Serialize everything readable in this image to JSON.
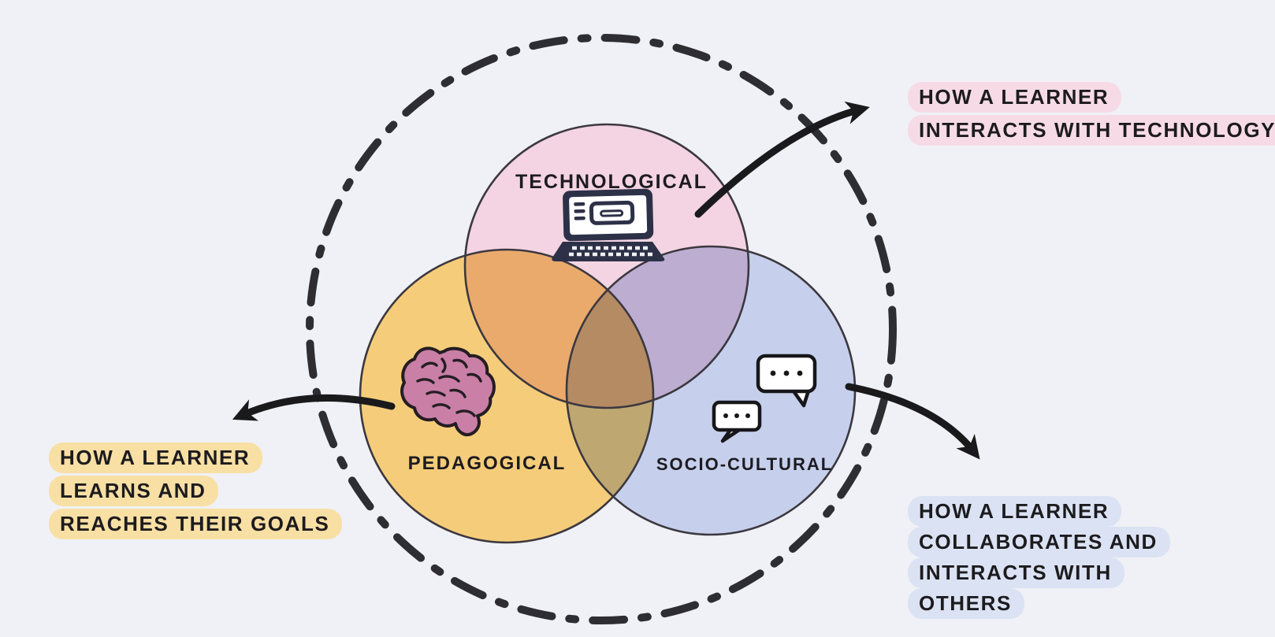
{
  "canvas": {
    "background": "#f0f1f6",
    "ink": "#232327"
  },
  "venn": {
    "outer_circle": {
      "style": "dashed",
      "color": "#2e2e32"
    },
    "circles": [
      {
        "label": "TECHNOLOGICAL",
        "fill": "#f4d4e2",
        "icon": "laptop-icon"
      },
      {
        "label": "PEDAGOGICAL",
        "fill": "#f5cd7a",
        "icon": "brain-icon"
      },
      {
        "label": "SOCIO-CULTURAL",
        "fill": "#c6d0ec",
        "icon": "speech-bubbles-icon"
      }
    ]
  },
  "annotations": [
    {
      "target": "technological",
      "highlight": "#f6dbe6",
      "lines": [
        "HOW A LEARNER",
        "INTERACTS WITH TECHNOLOGY"
      ]
    },
    {
      "target": "pedagogical",
      "highlight": "#f8dfa4",
      "lines": [
        "HOW A LEARNER",
        "LEARNS AND",
        "REACHES THEIR GOALS"
      ]
    },
    {
      "target": "socio-cultural",
      "highlight": "#dbe2f3",
      "lines": [
        "HOW A LEARNER",
        "COLLABORATES AND",
        "INTERACTS WITH",
        "OTHERS"
      ]
    }
  ],
  "icons": {
    "laptop": {
      "body": "#2d3148",
      "screen": "#ffffff"
    },
    "brain": {
      "fill": "#c97fa6",
      "stroke": "#241d23"
    },
    "speech_bubble": {
      "fill": "#ffffff",
      "stroke": "#17171a"
    }
  }
}
